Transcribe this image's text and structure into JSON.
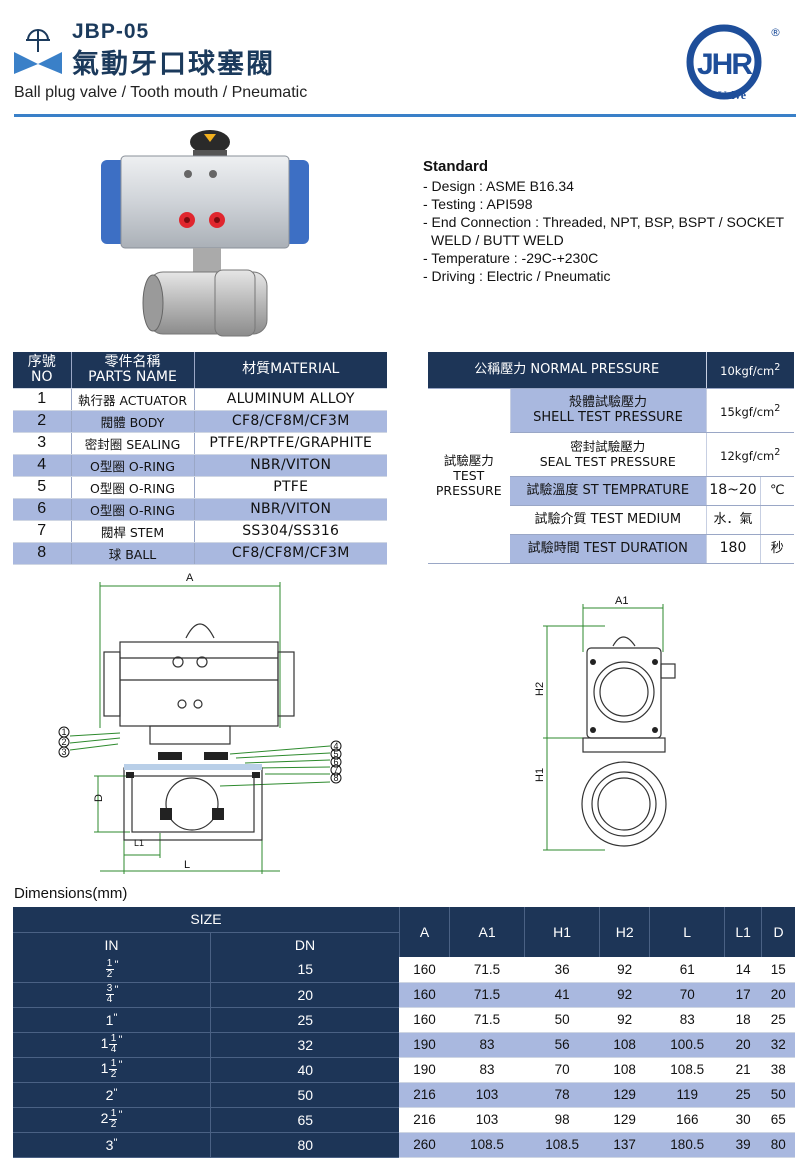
{
  "header": {
    "model": "JBP-05",
    "title_cn": "氣動牙口球塞閥",
    "subtitle": "Ball plug valve / Tooth mouth / Pneumatic",
    "logo_text": "Valve",
    "logo_mark": "JHR",
    "logo_reg": "®",
    "brand_color": "#1e4e9a",
    "accent_line_color": "#3a80c8"
  },
  "standard": {
    "title": "Standard",
    "items": [
      "- Design : ASME B16.34",
      "- Testing : API598",
      "- End Connection : Threaded, NPT, BSP, BSPT / SOCKET",
      "  WELD / BUTT WELD",
      "- Temperature : -29C-+230C",
      "- Driving : Electric / Pneumatic"
    ]
  },
  "parts": {
    "headers": {
      "no_cn": "序號",
      "no_en": "NO",
      "name_cn": "零件名稱",
      "name_en": "PARTS NAME",
      "material": "材質MATERIAL"
    },
    "rows": [
      {
        "no": "1",
        "name": "執行器 ACTUATOR",
        "material": "ALUMINUM ALLOY"
      },
      {
        "no": "2",
        "name": "閥體 BODY",
        "material": "CF8/CF8M/CF3M"
      },
      {
        "no": "3",
        "name": "密封圈 SEALING",
        "material": "PTFE/RPTFE/GRAPHITE"
      },
      {
        "no": "4",
        "name": "O型圈 O-RING",
        "material": "NBR/VITON"
      },
      {
        "no": "5",
        "name": "O型圈 O-RING",
        "material": "PTFE"
      },
      {
        "no": "6",
        "name": "O型圈 O-RING",
        "material": "NBR/VITON"
      },
      {
        "no": "7",
        "name": "閥桿 STEM",
        "material": "SS304/SS316"
      },
      {
        "no": "8",
        "name": "球 BALL",
        "material": "CF8/CF8M/CF3M"
      }
    ]
  },
  "pressure": {
    "normal_label": "公稱壓力 NORMAL PRESSURE",
    "normal_value": "10kgf/cm",
    "group_cn": "試驗壓力",
    "group_en1": "TEST",
    "group_en2": "PRESSURE",
    "shell_cn": "殼體試驗壓力",
    "shell_en": "SHELL TEST PRESSURE",
    "shell_value": "15kgf/cm",
    "seal_cn": "密封試驗壓力",
    "seal_en": "SEAL TEST PRESSURE",
    "seal_value": "12kgf/cm",
    "temp_label": "試驗溫度 ST TEMPRATURE",
    "temp_value": "18~20",
    "temp_unit": "℃",
    "medium_label": "試驗介質 TEST MEDIUM",
    "medium_value": "水．氣",
    "duration_label": "試驗時間 TEST DURATION",
    "duration_value": "180",
    "duration_unit": "秒",
    "sup": "2"
  },
  "drawing": {
    "label_A": "A",
    "label_D": "D",
    "label_L": "L",
    "label_L1": "L1",
    "label_A1": "A1",
    "label_H1": "H1",
    "label_H2": "H2",
    "callouts": [
      "1",
      "2",
      "3",
      "4",
      "5",
      "6",
      "7",
      "8"
    ]
  },
  "dimensions": {
    "title": "Dimensions(mm)",
    "size_label": "SIZE",
    "in_label": "IN",
    "dn_label": "DN",
    "columns": [
      "A",
      "A1",
      "H1",
      "H2",
      "L",
      "L1",
      "D"
    ],
    "rows": [
      {
        "in_whole": "",
        "in_num": "1",
        "in_den": "2",
        "dn": "15",
        "vals": [
          "160",
          "71.5",
          "36",
          "92",
          "61",
          "14",
          "15"
        ]
      },
      {
        "in_whole": "",
        "in_num": "3",
        "in_den": "4",
        "dn": "20",
        "vals": [
          "160",
          "71.5",
          "41",
          "92",
          "70",
          "17",
          "20"
        ]
      },
      {
        "in_whole": "1",
        "in_num": "",
        "in_den": "",
        "dn": "25",
        "vals": [
          "160",
          "71.5",
          "50",
          "92",
          "83",
          "18",
          "25"
        ]
      },
      {
        "in_whole": "1",
        "in_num": "1",
        "in_den": "4",
        "dn": "32",
        "vals": [
          "190",
          "83",
          "56",
          "108",
          "100.5",
          "20",
          "32"
        ]
      },
      {
        "in_whole": "1",
        "in_num": "1",
        "in_den": "2",
        "dn": "40",
        "vals": [
          "190",
          "83",
          "70",
          "108",
          "108.5",
          "21",
          "38"
        ]
      },
      {
        "in_whole": "2",
        "in_num": "",
        "in_den": "",
        "dn": "50",
        "vals": [
          "216",
          "103",
          "78",
          "129",
          "119",
          "25",
          "50"
        ]
      },
      {
        "in_whole": "2",
        "in_num": "1",
        "in_den": "2",
        "dn": "65",
        "vals": [
          "216",
          "103",
          "98",
          "129",
          "166",
          "30",
          "65"
        ]
      },
      {
        "in_whole": "3",
        "in_num": "",
        "in_den": "",
        "dn": "80",
        "vals": [
          "260",
          "108.5",
          "108.5",
          "137",
          "180.5",
          "39",
          "80"
        ]
      }
    ],
    "inch_mark": "\""
  }
}
